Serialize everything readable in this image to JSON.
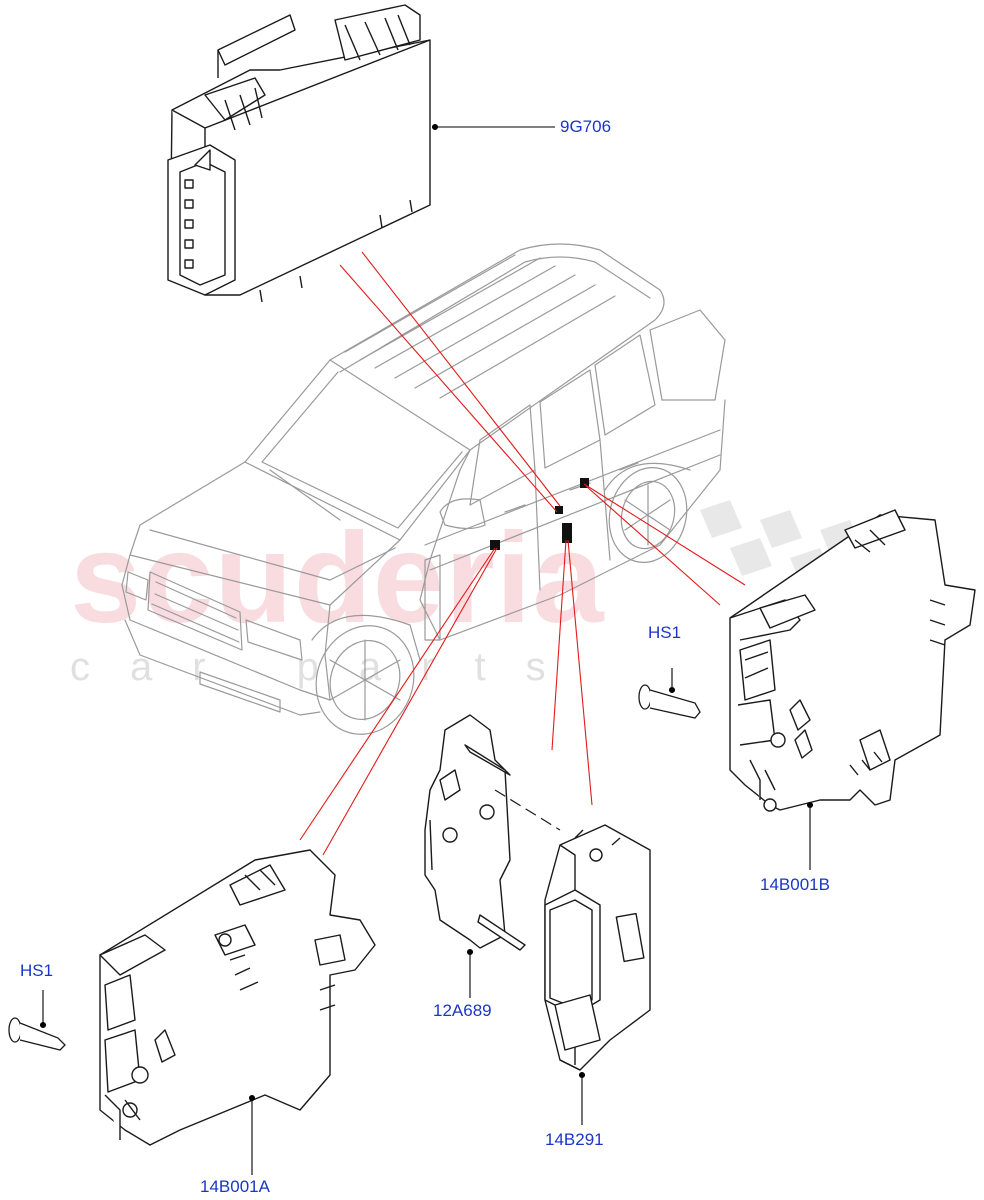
{
  "watermark": {
    "brand": "scuderia",
    "subline": "car parts"
  },
  "parts": [
    {
      "id": "9g706",
      "label": "9G706"
    },
    {
      "id": "hs1-right",
      "label": "HS1"
    },
    {
      "id": "14b001b",
      "label": "14B001B"
    },
    {
      "id": "hs1-left",
      "label": "HS1"
    },
    {
      "id": "12a689",
      "label": "12A689"
    },
    {
      "id": "14b291",
      "label": "14B291"
    },
    {
      "id": "14b001a",
      "label": "14B001A"
    }
  ],
  "colors": {
    "callout_text": "#1a36c8",
    "leader_line": "#000000",
    "locator_line": "#e21a1a",
    "part_outline": "#1a1a1a",
    "vehicle_outline": "#9a9a9a"
  }
}
